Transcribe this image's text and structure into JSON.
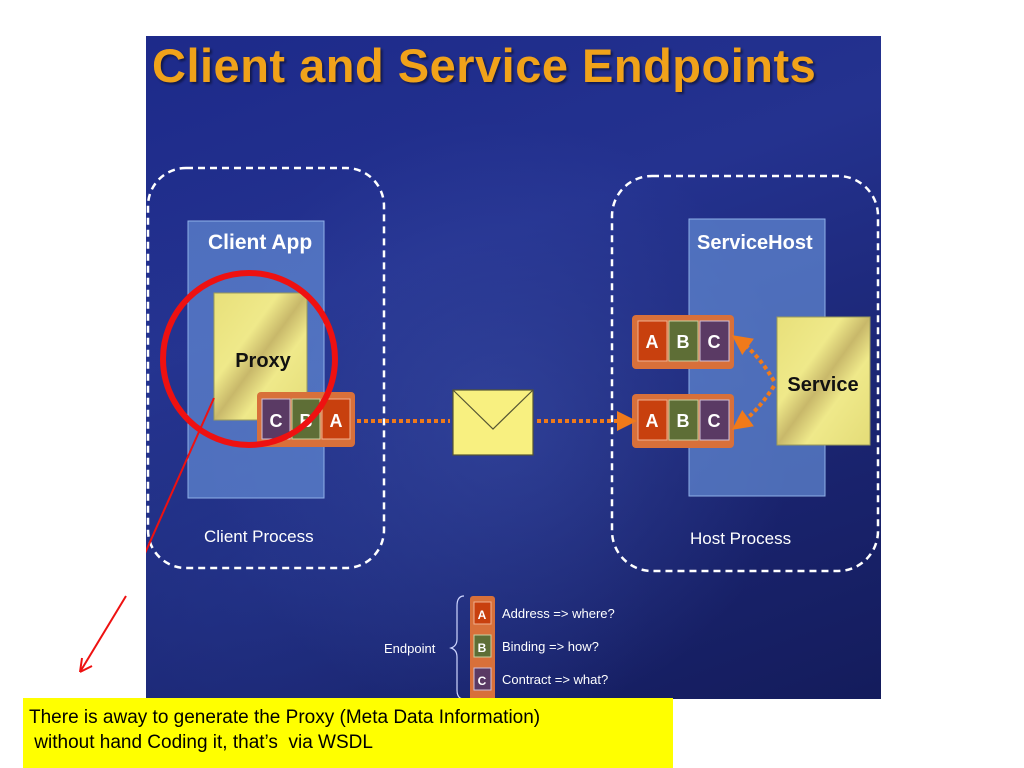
{
  "slide": {
    "title": "Client and Service Endpoints"
  },
  "client": {
    "app_label": "Client App",
    "proxy_label": "Proxy",
    "process_label": "Client Process",
    "endpoint_letters": [
      "C",
      "B",
      "A"
    ]
  },
  "host": {
    "servicehost_label": "ServiceHost",
    "service_label": "Service",
    "process_label": "Host Process",
    "endpoint1_letters": [
      "A",
      "B",
      "C"
    ],
    "endpoint2_letters": [
      "A",
      "B",
      "C"
    ]
  },
  "legend": {
    "endpoint_label": "Endpoint",
    "items": [
      {
        "letter": "A",
        "text": "Address => where?"
      },
      {
        "letter": "B",
        "text": "Binding => how?"
      },
      {
        "letter": "C",
        "text": "Contract => what?"
      }
    ]
  },
  "caption": {
    "line1": "There is away to generate the Proxy (Meta Data Information)",
    "line2": " without hand Coding it, that’s  via WSDL"
  },
  "colors": {
    "title": "#f0a21a",
    "address": "#c8400e",
    "binding": "#5e6e36",
    "contract": "#5a3a64",
    "highlight_circle": "#ee1111",
    "caption_bg": "#ffff00"
  },
  "icons": {
    "message": "envelope-icon",
    "pointer": "red-arrow"
  }
}
